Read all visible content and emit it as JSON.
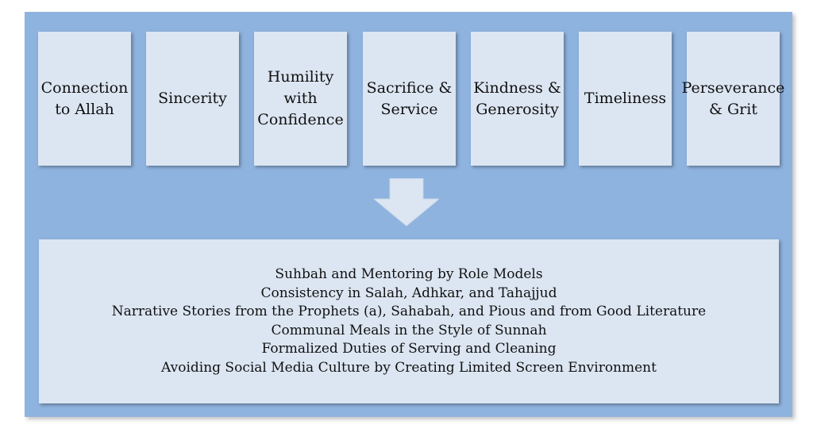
{
  "values": [
    {
      "label": "Connection to Allah"
    },
    {
      "label": "Sincerity"
    },
    {
      "label": "Humility with Confidence"
    },
    {
      "label": "Sacrifice & Service"
    },
    {
      "label": "Kindness & Generosity"
    },
    {
      "label": "Timeliness"
    },
    {
      "label": "Perseverance & Grit"
    }
  ],
  "practices": [
    "Suhbah and Mentoring by Role Models",
    "Consistency in Salah, Adhkar, and Tahajjud",
    "Narrative Stories from the Prophets (a), Sahabah, and Pious and from Good Literature",
    "Communal Meals in the Style of Sunnah",
    "Formalized Duties of Serving and Cleaning",
    "Avoiding Social Media Culture by Creating Limited Screen Environment"
  ],
  "colors": {
    "frame": "#8fb3df",
    "box": "#dce6f2",
    "arrow": "#dce6f2"
  },
  "arrow_icon": "down-arrow-icon"
}
